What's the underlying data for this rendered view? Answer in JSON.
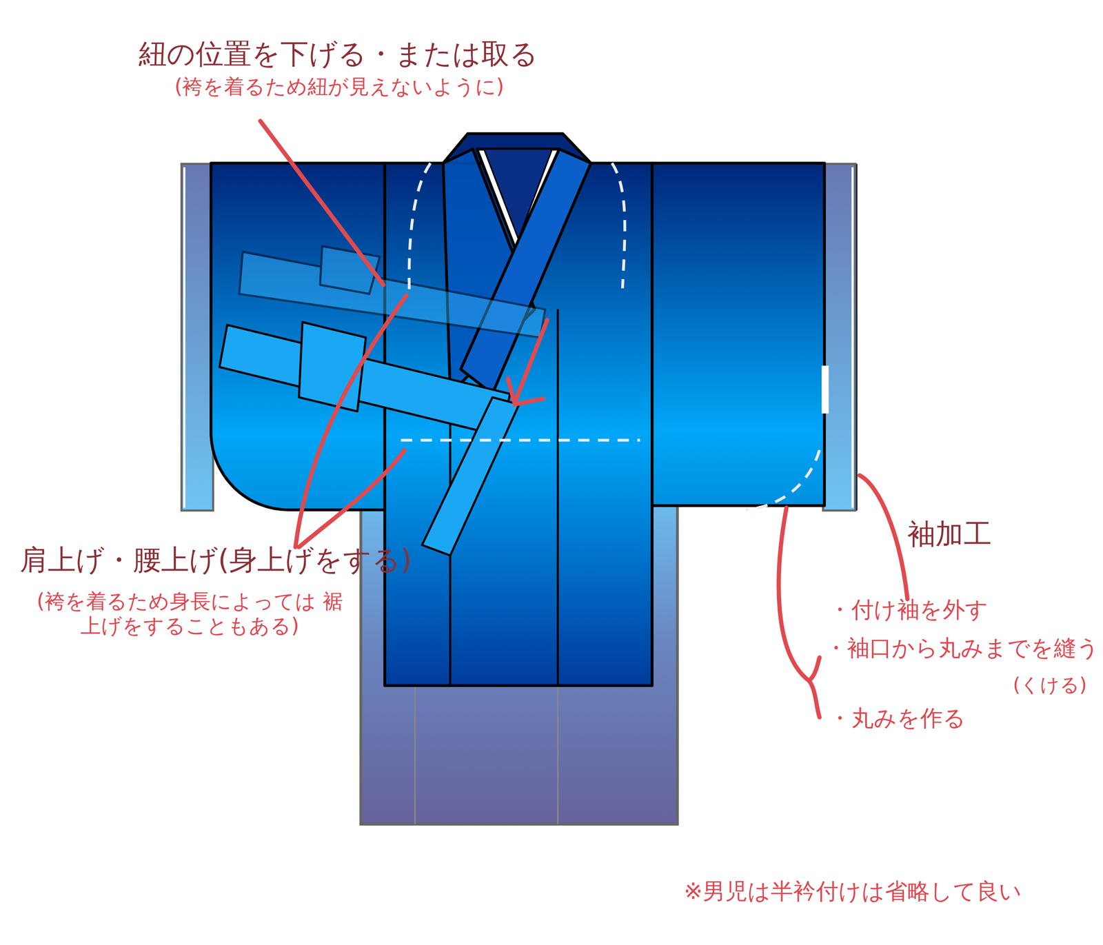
{
  "diagram": {
    "labels": [
      "紐の位置を下げる・または取る",
      "(袴を着るため紐が見えないように)",
      "肩上げ・腰上げ(身上げをする)",
      "(袴を着るため身長によっては 裾上げをすることもある)",
      "袖加工",
      "・付け袖を外す",
      "・袖口から丸みまでを縫う",
      "(くける)",
      "・丸みを作る",
      "※男児は半衿付けは省略して良い"
    ]
  }
}
